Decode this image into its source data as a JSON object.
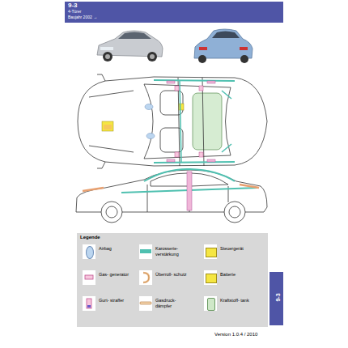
{
  "diagram": {
    "title": "9-3",
    "labels": [
      "4-Türer",
      "Baujahr 2002 →",
      "Legende",
      "9-3",
      "Version 1.0.4 / 2010"
    ],
    "legend": [
      {
        "text": "Airbag",
        "color": "#bcd6f0"
      },
      {
        "text": "Karosserie- verstärkung",
        "color": "#4fc0b0"
      },
      {
        "text": "Steuergerät",
        "color": "#f5e642"
      },
      {
        "text": "Gas- generator"
      },
      {
        "text": "Überroll- schutz"
      },
      {
        "text": "Batterie",
        "color": "#f5e642"
      },
      {
        "text": "Gurt- straffer"
      },
      {
        "text": "Gasdruck- dämpfer"
      },
      {
        "text": "Kraftstoff- tank",
        "color": "#cfe8c8"
      }
    ]
  }
}
